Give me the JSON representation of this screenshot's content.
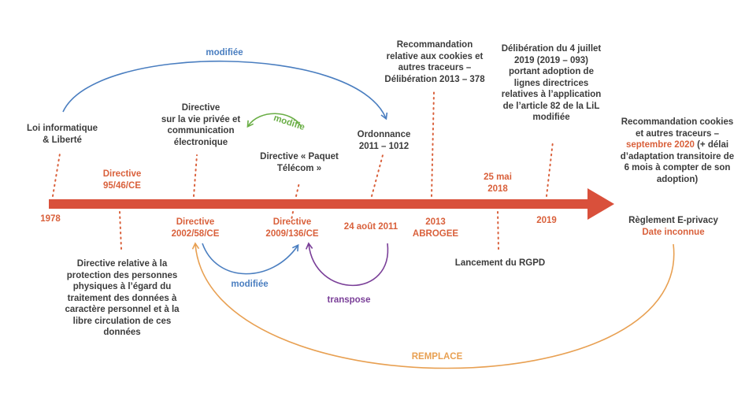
{
  "colors": {
    "timeline": "#d9503b",
    "dates": "#d9603b",
    "text": "#3c3c3c",
    "blue_arc": "#4a7ec0",
    "green_arc": "#6aae46",
    "purple_arc": "#7a3f98",
    "amber_arc": "#e8a052"
  },
  "events_above": {
    "loi": [
      "Loi informatique",
      "& Liberté"
    ],
    "directive_vie_privee": [
      "Directive",
      "sur la vie privée et",
      "communication",
      "électronique"
    ],
    "paquet_telecom": [
      "Directive « Paquet",
      "Télécom »"
    ],
    "ordonnance": [
      "Ordonnance",
      "2011 – 1012"
    ],
    "recommandation_2013": [
      "Recommandation",
      "relative aux cookies et",
      "autres traceurs –",
      "Délibération 2013 – 378"
    ],
    "deliberation_2019": [
      "Délibération du 4 juillet",
      "2019 (2019 – 093)",
      "portant adoption de",
      "lignes directrices",
      "relatives à l’application",
      "de l’article 82 de la LiL",
      "modifiée"
    ],
    "recommandation_2020": {
      "line1": "Recommandation cookies",
      "line2": "et autres traceurs –",
      "highlight": "septembre 2020",
      "line3_rest": " (+ délai",
      "line4": "d’adaptation transitoire de",
      "line5": "6 mois à compter de son",
      "line6": "adoption)"
    }
  },
  "dates_above": {
    "directive_95": [
      "Directive",
      "95/46/CE"
    ],
    "rgpd_date": [
      "25 mai",
      "2018"
    ]
  },
  "dates_below": {
    "y1978": "1978",
    "directive_2002": [
      "Directive",
      "2002/58/CE"
    ],
    "directive_2009": [
      "Directive",
      "2009/136/CE"
    ],
    "aout_2011": "24 août 2011",
    "y2013": [
      "2013",
      "ABROGEE"
    ],
    "y2019": "2019"
  },
  "events_below": {
    "directive_95_desc": [
      "Directive relative à la",
      "protection des personnes",
      "physiques à l’égard du",
      "traitement des données à",
      "caractère personnel et à la",
      "libre circulation de ces",
      "données"
    ],
    "rgpd": "Lancement du RGPD",
    "eprivacy": {
      "line1": "Règlement E-privacy",
      "line2": "Date inconnue"
    }
  },
  "relations": {
    "modifiee_top": "modifiée",
    "modifie_green": "modifie",
    "modifiee_bottom": "modifiée",
    "transpose": "transpose",
    "remplace": "REMPLACE"
  }
}
